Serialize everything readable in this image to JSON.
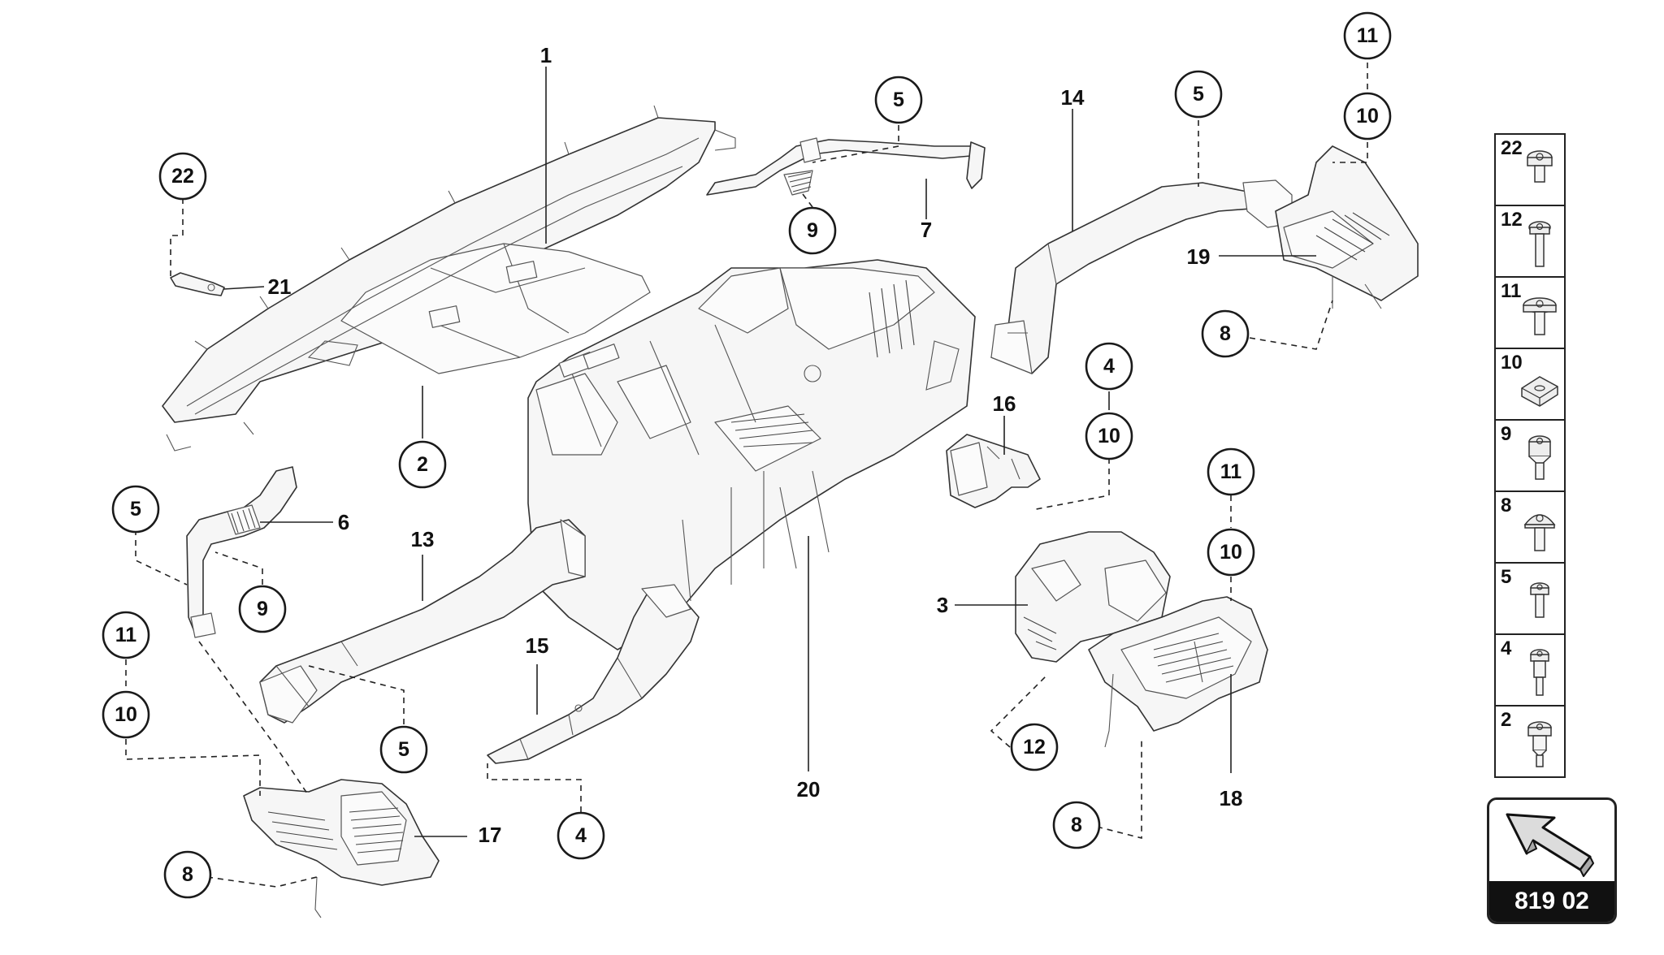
{
  "diagram": {
    "ref_code": "819 02",
    "callouts": {
      "c22_left": "22",
      "c1": "1",
      "c2": "2",
      "c5_top": "5",
      "c9_top": "9",
      "c7": "7",
      "c21": "21",
      "c14": "14",
      "c5_right": "5",
      "c11_topright": "11",
      "c10_topright": "10",
      "c19": "19",
      "c8_topright": "8",
      "c4_mid": "4",
      "c10_mid": "10",
      "c16": "16",
      "c11_right": "11",
      "c10_right": "10",
      "c3": "3",
      "c12": "12",
      "c18": "18",
      "c8_bottomright": "8",
      "c20": "20",
      "c15": "15",
      "c4_bottom": "4",
      "c13": "13",
      "c5_left": "5",
      "c6": "6",
      "c9_left": "9",
      "c11_left": "11",
      "c10_left": "10",
      "c5_bottom": "5",
      "c17": "17",
      "c8_bottomleft": "8"
    },
    "legend": [
      {
        "num": "22",
        "icon": "screw-flange-icon"
      },
      {
        "num": "12",
        "icon": "screw-long-icon"
      },
      {
        "num": "11",
        "icon": "screw-wide-head-icon"
      },
      {
        "num": "10",
        "icon": "clip-nut-icon"
      },
      {
        "num": "9",
        "icon": "screw-torx-icon"
      },
      {
        "num": "8",
        "icon": "screw-button-head-icon"
      },
      {
        "num": "5",
        "icon": "screw-small-icon"
      },
      {
        "num": "4",
        "icon": "screw-shoulder-icon"
      },
      {
        "num": "2",
        "icon": "screw-stepped-icon"
      }
    ]
  }
}
